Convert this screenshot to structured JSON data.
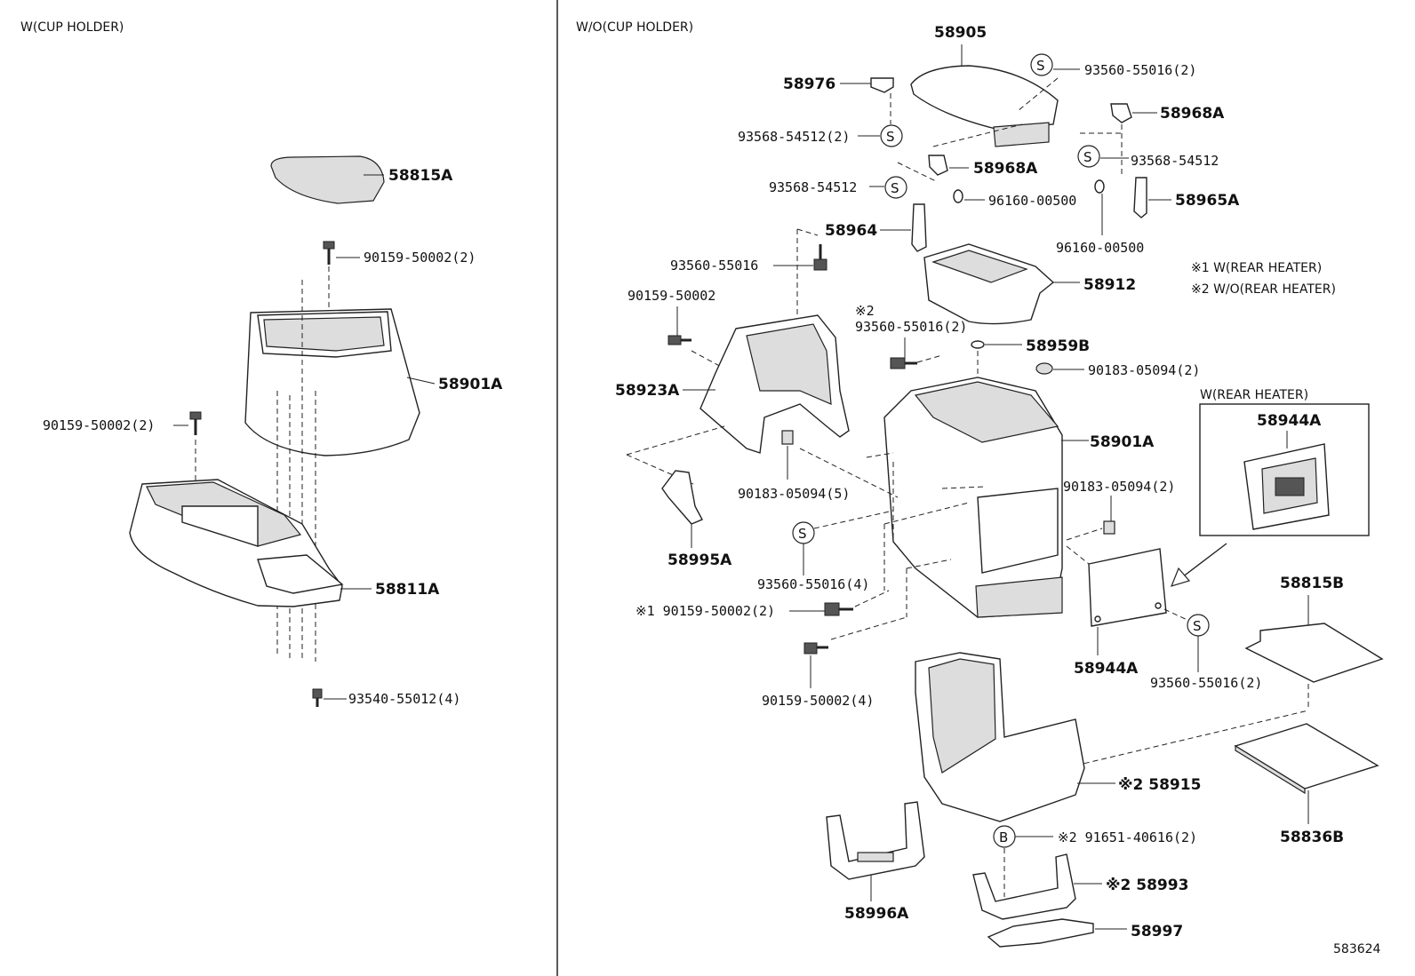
{
  "sections": {
    "left_title": "W(CUP HOLDER)",
    "right_title": "W/O(CUP HOLDER)",
    "inset_title": "W(REAR HEATER)"
  },
  "notes": {
    "note1": "※1 W(REAR HEATER)",
    "note2": "※2 W/O(REAR HEATER)"
  },
  "diagram_id": "583624",
  "left": {
    "p58815A": "58815A",
    "p90159_2a": "90159-50002(2)",
    "p58901A": "58901A",
    "p90159_2b": "90159-50002(2)",
    "p58811A": "58811A",
    "p93540": "93540-55012(4)"
  },
  "right": {
    "p58905": "58905",
    "p93560_2_top": "93560-55016(2)",
    "p58976": "58976",
    "p58968A_1": "58968A",
    "p93568_2": "93568-54512(2)",
    "p58968A_2": "58968A",
    "p93568_r": "93568-54512",
    "p93568_l": "93568-54512",
    "p96160_a": "96160-00500",
    "p58965A": "58965A",
    "p58964": "58964",
    "p96160_b": "96160-00500",
    "p93560_mid": "93560-55016",
    "p58912": "58912",
    "p90159_top": "90159-50002",
    "p_x2": "※2",
    "p93560_x2": "93560-55016(2)",
    "p58959B": "58959B",
    "p90183_2a": "90183-05094(2)",
    "p58923A": "58923A",
    "p58901A": "58901A",
    "p90183_2b": "90183-05094(2)",
    "p90183_5": "90183-05094(5)",
    "p58995A": "58995A",
    "p93560_4": "93560-55016(4)",
    "p90159_x1": "※1 90159-50002(2)",
    "p90159_4": "90159-50002(4)",
    "p58944A_in": "58944A",
    "p58944A": "58944A",
    "p93560_2_bot": "93560-55016(2)",
    "p58815B": "58815B",
    "p58915": "※2 58915",
    "p58836B": "58836B",
    "p91651": "※2 91651-40616(2)",
    "p58996A": "58996A",
    "p58993": "※2 58993",
    "p58997": "58997"
  },
  "symbols": {
    "s": "S",
    "b": "B"
  }
}
